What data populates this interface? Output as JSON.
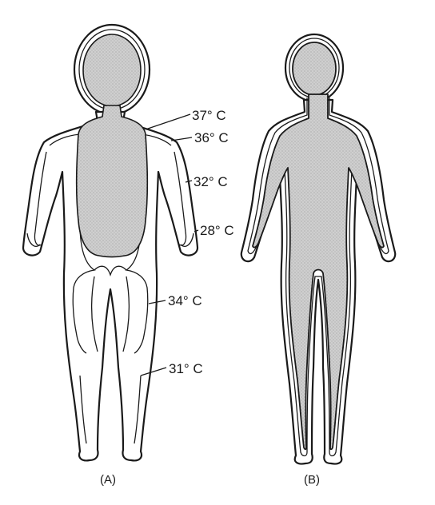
{
  "figure_a": {
    "caption": "(A)",
    "labels": {
      "core_37": "37° C",
      "shell_36": "36° C",
      "arm_32": "32° C",
      "hand_28": "28° C",
      "thigh_34": "34° C",
      "calf_31": "31° C"
    }
  },
  "figure_b": {
    "caption": "(B)"
  },
  "colors": {
    "core_fill": "#c9c9c9",
    "outline": "#1a1a1a",
    "background": "#ffffff"
  }
}
